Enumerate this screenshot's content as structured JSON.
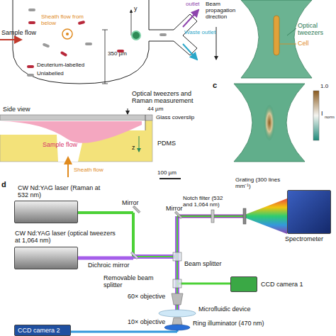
{
  "diagram": {
    "nodes": [
      {
        "text": [
          "CW Nd:YAG laser (Raman at 532 nm)"
        ]
      },
      {
        "text": [
          "CW Nd:YAG laser (optical tweezers at 1,064 nm)"
        ]
      },
      {
        "text": [
          "Spectrometer"
        ]
      },
      {
        "text": [
          "CCD camera 1"
        ]
      },
      {
        "text": [
          "CCD camera 2"
        ]
      }
    ],
    "labels": [
      "Sample flow",
      "Sheath flow from below",
      "350 µm",
      "y",
      "Waste outlet",
      "outlet",
      "Optical tweezers and Raman measurement",
      "Side view",
      "44 µm",
      "Glass coverslip",
      "Sample flow",
      "PDMS",
      "Sheath flow",
      "z",
      "100 µm",
      "Beam propagation direction",
      "Optical tweezers",
      "Cell",
      "c",
      "1.0",
      "I",
      "norm",
      "d",
      "Mirror",
      "Dichroic mirror",
      "Mirror",
      "Notch filter (532 and 1,064 nm)",
      "Grating (300 lines mm⁻¹)",
      "Beam splitter",
      "Removable beam splitter",
      "60× objective",
      "Microfluidic device",
      "10× objective",
      "Ring illuminator (470 nm)"
    ],
    "legend": [
      {
        "text": "Deuterium-labelled",
        "color": "#b8283a"
      },
      {
        "text": "Unlabelled",
        "color": "#9a9a9a"
      }
    ]
  }
}
